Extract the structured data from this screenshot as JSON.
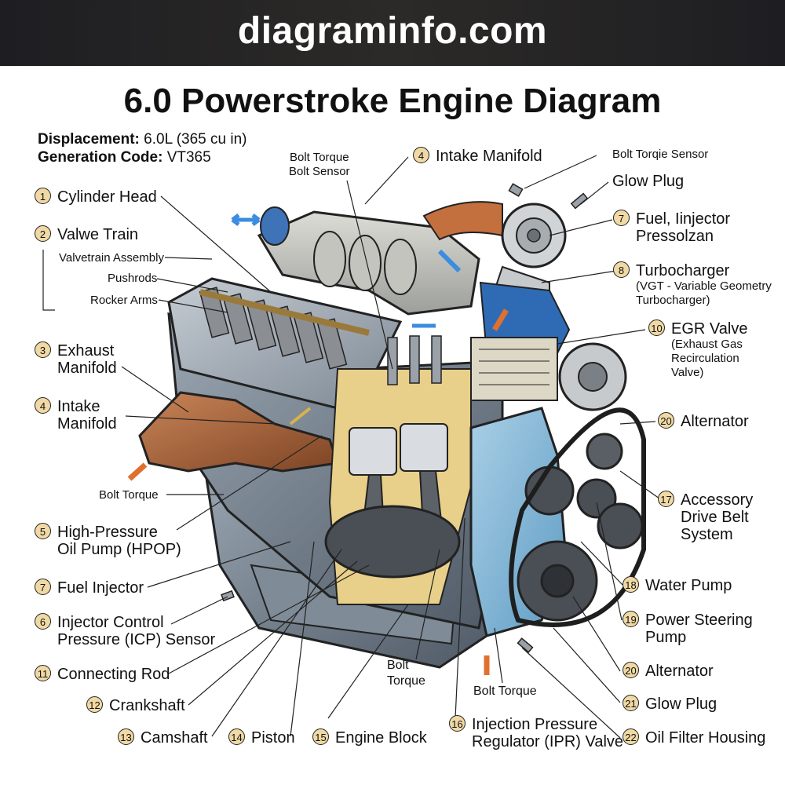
{
  "header": {
    "site": "diagraminfo.com",
    "title": "6.0 Powerstroke Engine Diagram"
  },
  "specs": [
    {
      "key": "Displacement:",
      "value": "6.0L (365 cu in)"
    },
    {
      "key": "Generation Code:",
      "value": "VT365"
    }
  ],
  "left_labels": [
    {
      "num": "1",
      "text": "Cylinder Head"
    },
    {
      "num": "2",
      "text": "Valwe Train"
    },
    {
      "num": "3",
      "text": "Exhaust\nManifold"
    },
    {
      "num": "4",
      "text": "Intake\nManifold"
    },
    {
      "num": "5",
      "text": "High-Pressure\nOil Pump (HPOP)"
    },
    {
      "num": "7",
      "text": "Fuel Injector"
    },
    {
      "num": "6",
      "text": "Injector Control\nPressure (ICP) Sensor"
    },
    {
      "num": "11",
      "text": "Connecting Rod"
    },
    {
      "num": "12",
      "text": "Crankshaft"
    }
  ],
  "valvetrain_sub": [
    "Valvetrain Assembly",
    "Pushrods",
    "Rocker Arms"
  ],
  "top_labels": {
    "bolt_sensor": "Bolt Torque\nBolt Sensor",
    "intake": {
      "num": "4",
      "text": "Intake Manifold"
    },
    "bolt_torqie_sensor": "Bolt Torqie Sensor",
    "glow_plug": "Glow Plug"
  },
  "right_labels": [
    {
      "num": "7",
      "text": "Fuel, Iinjector\nPressolzan",
      "sub": ""
    },
    {
      "num": "8",
      "text": "Turbocharger",
      "sub": "(VGT - Variable Geometry\nTurbocharger)"
    },
    {
      "num": "10",
      "text": "EGR Valve",
      "sub": "(Exhaust Gas\nRecirculation\nValve)"
    },
    {
      "num": "20",
      "text": "Alternator",
      "sub": ""
    },
    {
      "num": "17",
      "text": "Accessory\nDrive Belt\nSystem",
      "sub": ""
    },
    {
      "num": "18",
      "text": "Water Pump",
      "sub": ""
    },
    {
      "num": "19",
      "text": "Power Steering\nPump",
      "sub": ""
    },
    {
      "num": "20",
      "text": "Alternator",
      "sub": ""
    },
    {
      "num": "21",
      "text": "Glow Plug",
      "sub": ""
    },
    {
      "num": "22",
      "text": "Oil Filter Housing",
      "sub": ""
    }
  ],
  "bottom_labels": [
    {
      "num": "13",
      "text": "Camshaft"
    },
    {
      "num": "14",
      "text": "Piston"
    },
    {
      "num": "15",
      "text": "Engine Block"
    },
    {
      "num": "16",
      "text": "Injection Pressure\nRegulator (IPR) Valve"
    }
  ],
  "bolt_torque_labels": {
    "left": "Bolt Torque",
    "bottom_center": "Bolt\nTorque",
    "bottom_right": "Bolt Torque"
  },
  "colors": {
    "banner": "#1e1e22",
    "badge": "#f0d9a4",
    "block": "#6c7a8a",
    "block_light": "#a6b2be",
    "exhaust": "#a5643a",
    "turbo_blue": "#2f6bb5",
    "pump_blue": "#7fb3d5",
    "brass": "#c8a24a",
    "arrow_blue": "#3a8de0",
    "arrow_orange": "#e0702e"
  }
}
